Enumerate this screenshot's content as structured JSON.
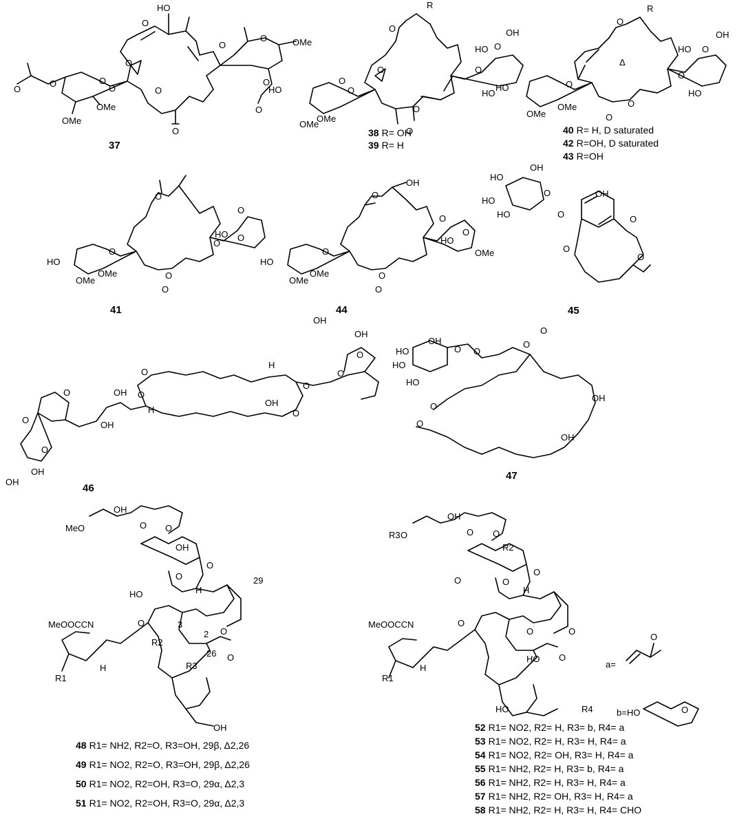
{
  "figure": {
    "compounds": [
      {
        "number": "37",
        "caption": ""
      },
      {
        "number": "38",
        "caption": "R= OH"
      },
      {
        "number": "39",
        "caption": "R= H"
      },
      {
        "number": "40",
        "caption": "R= H, D saturated"
      },
      {
        "number": "42",
        "caption": "R=OH, D saturated"
      },
      {
        "number": "43",
        "caption": "R=OH"
      },
      {
        "number": "41",
        "caption": ""
      },
      {
        "number": "44",
        "caption": ""
      },
      {
        "number": "45",
        "caption": ""
      },
      {
        "number": "46",
        "caption": ""
      },
      {
        "number": "47",
        "caption": ""
      },
      {
        "number": "48",
        "caption": "R1= NH2, R2=O, R3=OH, 29β, Δ2,26"
      },
      {
        "number": "49",
        "caption": "R1= NO2, R2=O, R3=OH, 29β, Δ2,26"
      },
      {
        "number": "50",
        "caption": "R1= NO2, R2=OH, R3=O, 29α, Δ2,3"
      },
      {
        "number": "51",
        "caption": "R1= NO2, R2=OH, R3=O, 29α, Δ2,3"
      },
      {
        "number": "52",
        "caption": "R1= NO2, R2= H, R3= b, R4= a"
      },
      {
        "number": "53",
        "caption": "R1= NO2, R2= H, R3= H, R4= a"
      },
      {
        "number": "54",
        "caption": "R1= NO2, R2= OH, R3= H, R4= a"
      },
      {
        "number": "55",
        "caption": "R1= NH2, R2= H, R3= b, R4= a"
      },
      {
        "number": "56",
        "caption": "R1= NH2, R2= H, R3= H, R4= a"
      },
      {
        "number": "57",
        "caption": "R1= NH2, R2= OH, R3= H, R4= a"
      },
      {
        "number": "58",
        "caption": "R1= NH2, R2= H, R3= H, R4= CHO"
      }
    ],
    "atom_labels": {
      "oh": "OH",
      "ho": "HO",
      "ome": "OMe",
      "meo": "MeO",
      "o": "O",
      "h": "H",
      "r": "R",
      "r1": "R1",
      "r2": "R2",
      "r3": "R3",
      "r4": "R4",
      "carbamate": "MeOOCCN",
      "delta": "Δ",
      "n29": "29",
      "n3": "3",
      "n2": "2",
      "n26": "26"
    },
    "substituent_defs": {
      "a_label": "a=",
      "b_label": "b=HO"
    }
  }
}
